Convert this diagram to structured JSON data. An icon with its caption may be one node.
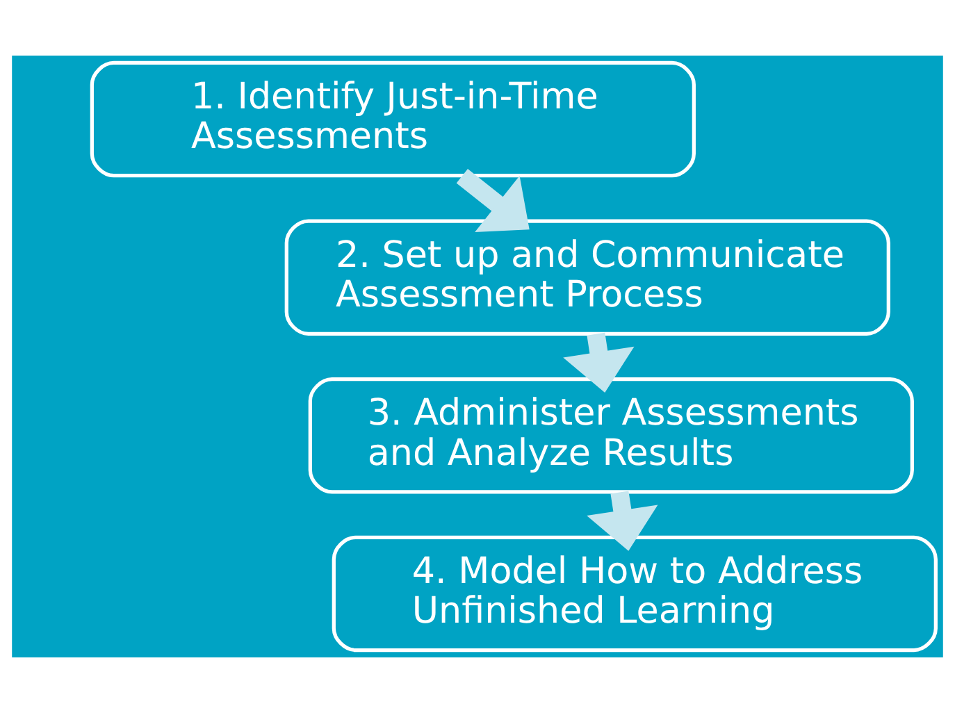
{
  "diagram": {
    "nodes": [
      {
        "text": [
          "1. Identify Just-in-Time Assessments"
        ]
      },
      {
        "text": [
          "2. Set up and Communicate Assessment Process"
        ]
      },
      {
        "text": [
          "3. Administer Assessments and Analyze Results"
        ]
      },
      {
        "text": [
          "4. Model How to Address Unfinished Learning"
        ]
      }
    ],
    "edges": [
      {
        "from": 0,
        "to": 1,
        "arrow": "to"
      },
      {
        "from": 1,
        "to": 2,
        "arrow": "to"
      },
      {
        "from": 2,
        "to": 3,
        "arrow": "to"
      }
    ]
  }
}
